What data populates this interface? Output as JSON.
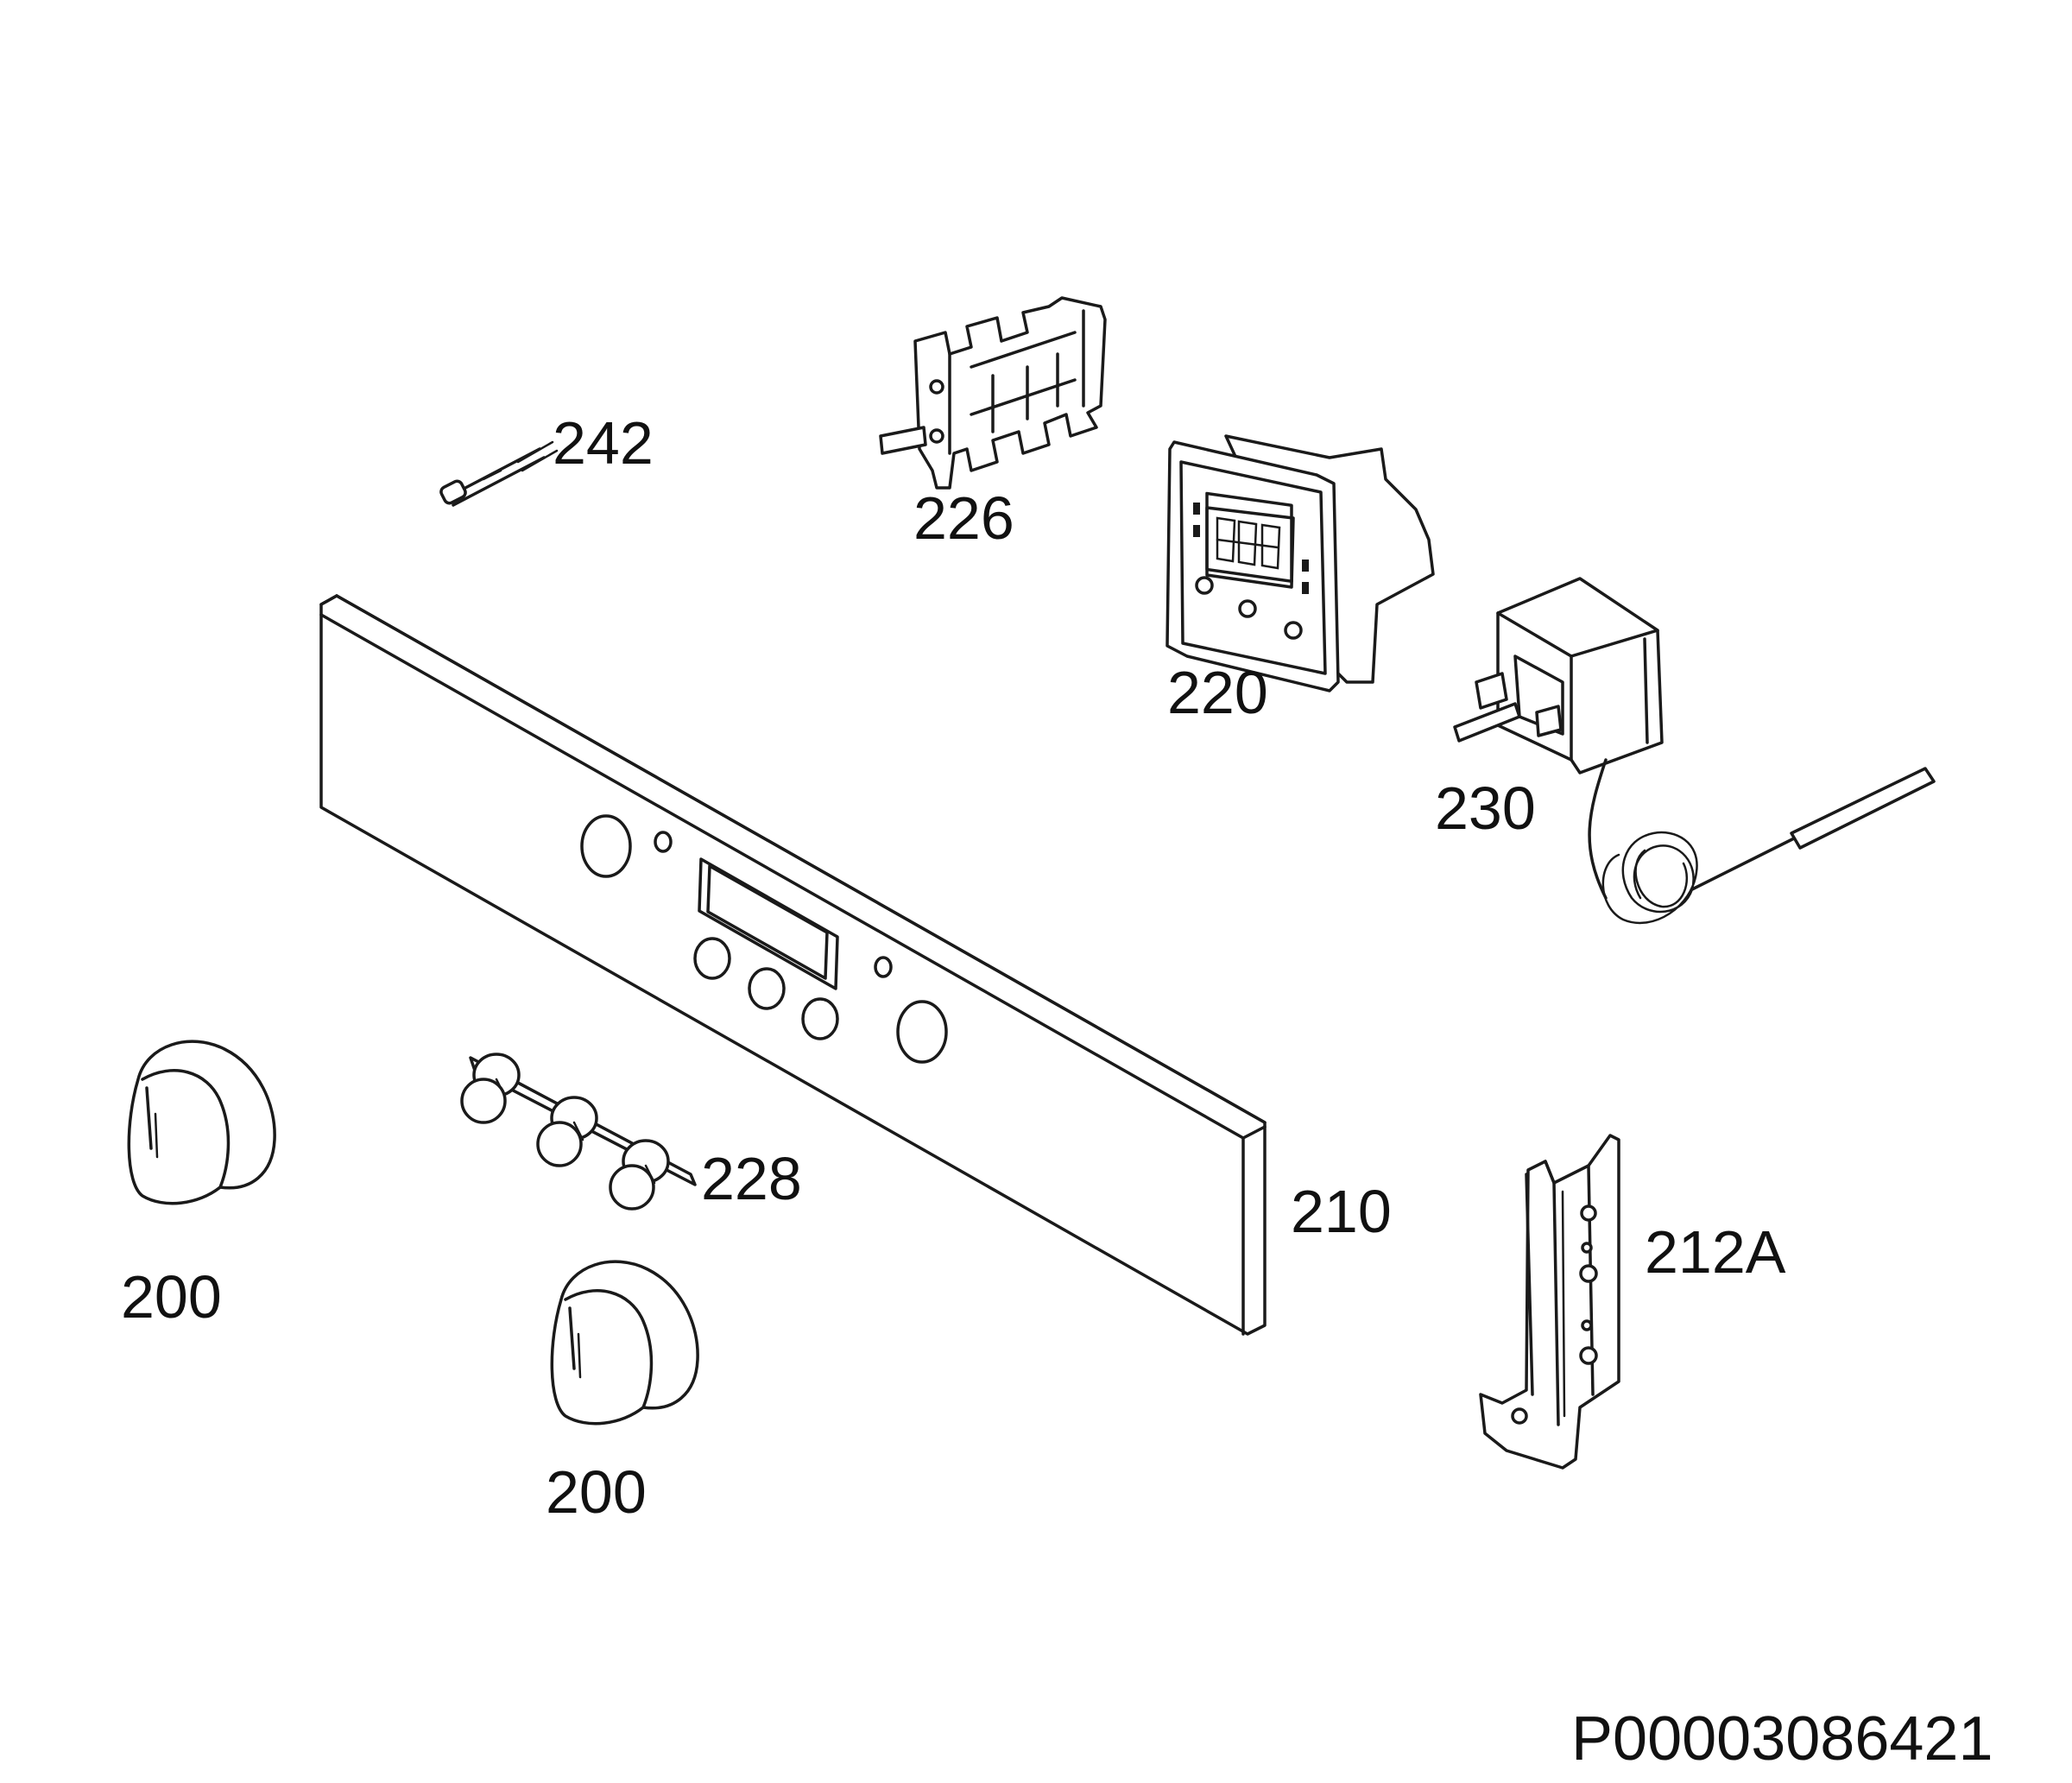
{
  "callouts": {
    "p242": "242",
    "p226": "226",
    "p220": "220",
    "p230": "230",
    "p228": "228",
    "p210": "210",
    "p212a": "212A",
    "p200a": "200",
    "p200b": "200"
  },
  "drawing_number": "P00003086421",
  "colors": {
    "line": "#1a1a1a",
    "background": "#ffffff"
  }
}
